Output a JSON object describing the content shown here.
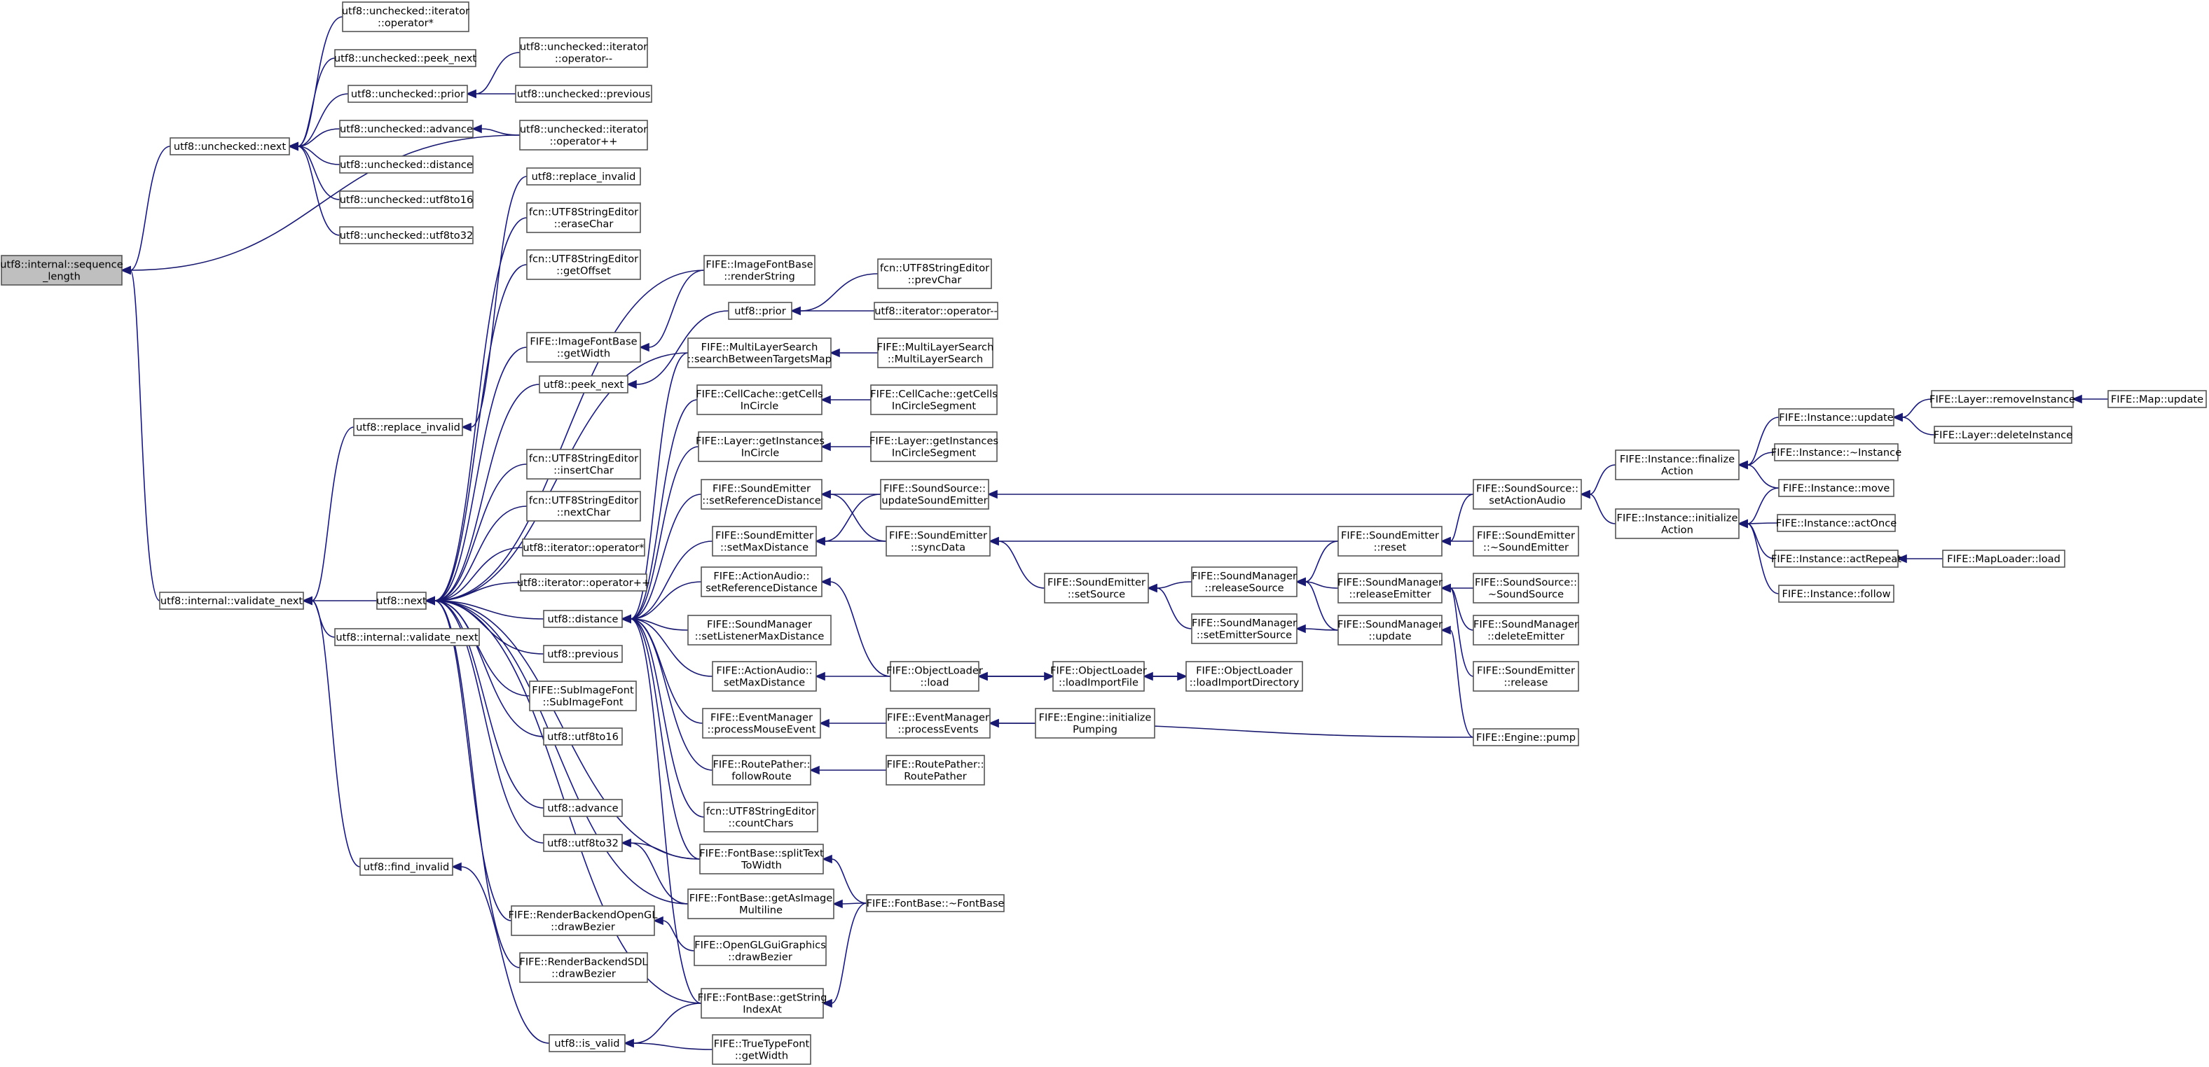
{
  "nodes": [
    {
      "id": "seq_len",
      "lines": [
        "utf8::internal::sequence",
        "_length"
      ],
      "highlight": true
    },
    {
      "id": "unc_next",
      "lines": [
        "utf8::unchecked::next"
      ]
    },
    {
      "id": "validate_next",
      "lines": [
        "utf8::internal::validate_next"
      ]
    },
    {
      "id": "unc_iter_star",
      "lines": [
        "utf8::unchecked::iterator",
        "::operator*"
      ]
    },
    {
      "id": "unc_peek_next",
      "lines": [
        "utf8::unchecked::peek_next"
      ]
    },
    {
      "id": "unc_prior",
      "lines": [
        "utf8::unchecked::prior"
      ]
    },
    {
      "id": "unc_advance",
      "lines": [
        "utf8::unchecked::advance"
      ]
    },
    {
      "id": "unc_distance",
      "lines": [
        "utf8::unchecked::distance"
      ]
    },
    {
      "id": "unc_utf8to16",
      "lines": [
        "utf8::unchecked::utf8to16"
      ]
    },
    {
      "id": "unc_utf8to32",
      "lines": [
        "utf8::unchecked::utf8to32"
      ]
    },
    {
      "id": "unc_iter_mm",
      "lines": [
        "utf8::unchecked::iterator",
        "::operator--"
      ]
    },
    {
      "id": "unc_previous",
      "lines": [
        "utf8::unchecked::previous"
      ]
    },
    {
      "id": "unc_iter_pp",
      "lines": [
        "utf8::unchecked::iterator",
        "::operator++"
      ]
    },
    {
      "id": "replace_invalid_a",
      "lines": [
        "utf8::replace_invalid"
      ]
    },
    {
      "id": "replace_invalid_b",
      "lines": [
        "utf8::replace_invalid"
      ]
    },
    {
      "id": "internal_validate_next2",
      "lines": [
        "utf8::internal::validate_next"
      ]
    },
    {
      "id": "find_invalid",
      "lines": [
        "utf8::find_invalid"
      ]
    },
    {
      "id": "is_valid",
      "lines": [
        "utf8::is_valid"
      ]
    },
    {
      "id": "next",
      "lines": [
        "utf8::next"
      ]
    },
    {
      "id": "fcn_eraseChar",
      "lines": [
        "fcn::UTF8StringEditor",
        "::eraseChar"
      ]
    },
    {
      "id": "fcn_getOffset",
      "lines": [
        "fcn::UTF8StringEditor",
        "::getOffset"
      ]
    },
    {
      "id": "img_getWidth",
      "lines": [
        "FIFE::ImageFontBase",
        "::getWidth"
      ]
    },
    {
      "id": "peek_next",
      "lines": [
        "utf8::peek_next"
      ]
    },
    {
      "id": "fcn_insertChar",
      "lines": [
        "fcn::UTF8StringEditor",
        "::insertChar"
      ]
    },
    {
      "id": "fcn_nextChar",
      "lines": [
        "fcn::UTF8StringEditor",
        "::nextChar"
      ]
    },
    {
      "id": "iter_star",
      "lines": [
        "utf8::iterator::operator*"
      ]
    },
    {
      "id": "iter_pp",
      "lines": [
        "utf8::iterator::operator++"
      ]
    },
    {
      "id": "distance",
      "lines": [
        "utf8::distance"
      ]
    },
    {
      "id": "previous",
      "lines": [
        "utf8::previous"
      ]
    },
    {
      "id": "subimg",
      "lines": [
        "FIFE::SubImageFont",
        "::SubImageFont"
      ]
    },
    {
      "id": "utf8to16",
      "lines": [
        "utf8::utf8to16"
      ]
    },
    {
      "id": "advance",
      "lines": [
        "utf8::advance"
      ]
    },
    {
      "id": "utf8to32",
      "lines": [
        "utf8::utf8to32"
      ]
    },
    {
      "id": "rb_gl_bezier",
      "lines": [
        "FIFE::RenderBackendOpenGL",
        "::drawBezier"
      ]
    },
    {
      "id": "rb_sdl_bezier",
      "lines": [
        "FIFE::RenderBackendSDL",
        "::drawBezier"
      ]
    },
    {
      "id": "img_renderString",
      "lines": [
        "FIFE::ImageFontBase",
        "::renderString"
      ]
    },
    {
      "id": "prior",
      "lines": [
        "utf8::prior"
      ]
    },
    {
      "id": "mls_search",
      "lines": [
        "FIFE::MultiLayerSearch",
        "::searchBetweenTargetsMap"
      ]
    },
    {
      "id": "cc_getCells",
      "lines": [
        "FIFE::CellCache::getCells",
        "InCircle"
      ]
    },
    {
      "id": "layer_getInst",
      "lines": [
        "FIFE::Layer::getInstances",
        "InCircle"
      ]
    },
    {
      "id": "se_setRefDist",
      "lines": [
        "FIFE::SoundEmitter",
        "::setReferenceDistance"
      ]
    },
    {
      "id": "se_setMaxDist",
      "lines": [
        "FIFE::SoundEmitter",
        "::setMaxDistance"
      ]
    },
    {
      "id": "aa_setRefDist",
      "lines": [
        "FIFE::ActionAudio::",
        "setReferenceDistance"
      ]
    },
    {
      "id": "sm_setListener",
      "lines": [
        "FIFE::SoundManager",
        "::setListenerMaxDistance"
      ]
    },
    {
      "id": "aa_setMaxDist",
      "lines": [
        "FIFE::ActionAudio::",
        "setMaxDistance"
      ]
    },
    {
      "id": "em_processMouse",
      "lines": [
        "FIFE::EventManager",
        "::processMouseEvent"
      ]
    },
    {
      "id": "rp_followRoute",
      "lines": [
        "FIFE::RoutePather::",
        "followRoute"
      ]
    },
    {
      "id": "fcn_countChars",
      "lines": [
        "fcn::UTF8StringEditor",
        "::countChars"
      ]
    },
    {
      "id": "fb_splitText",
      "lines": [
        "FIFE::FontBase::splitText",
        "ToWidth"
      ]
    },
    {
      "id": "fb_getAsImage",
      "lines": [
        "FIFE::FontBase::getAsImage",
        "Multiline"
      ]
    },
    {
      "id": "oglgui_bezier",
      "lines": [
        "FIFE::OpenGLGuiGraphics",
        "::drawBezier"
      ]
    },
    {
      "id": "fb_getStringIndex",
      "lines": [
        "FIFE::FontBase::getString",
        "IndexAt"
      ]
    },
    {
      "id": "ttf_getWidth",
      "lines": [
        "FIFE::TrueTypeFont",
        "::getWidth"
      ]
    },
    {
      "id": "fcn_prevChar",
      "lines": [
        "fcn::UTF8StringEditor",
        "::prevChar"
      ]
    },
    {
      "id": "iter_mm",
      "lines": [
        "utf8::iterator::operator--"
      ]
    },
    {
      "id": "mls_ctor",
      "lines": [
        "FIFE::MultiLayerSearch",
        "::MultiLayerSearch"
      ]
    },
    {
      "id": "cc_getCellsSeg",
      "lines": [
        "FIFE::CellCache::getCells",
        "InCircleSegment"
      ]
    },
    {
      "id": "layer_getInstSeg",
      "lines": [
        "FIFE::Layer::getInstances",
        "InCircleSegment"
      ]
    },
    {
      "id": "ss_updateSE",
      "lines": [
        "FIFE::SoundSource::",
        "updateSoundEmitter"
      ]
    },
    {
      "id": "se_syncData",
      "lines": [
        "FIFE::SoundEmitter",
        "::syncData"
      ]
    },
    {
      "id": "ol_load",
      "lines": [
        "FIFE::ObjectLoader",
        "::load"
      ]
    },
    {
      "id": "em_processEvents",
      "lines": [
        "FIFE::EventManager",
        "::processEvents"
      ]
    },
    {
      "id": "rp_ctor",
      "lines": [
        "FIFE::RoutePather::",
        "RoutePather"
      ]
    },
    {
      "id": "fb_dtor",
      "lines": [
        "FIFE::FontBase::~FontBase"
      ]
    },
    {
      "id": "se_setSource",
      "lines": [
        "FIFE::SoundEmitter",
        "::setSource"
      ]
    },
    {
      "id": "ol_loadImportFile",
      "lines": [
        "FIFE::ObjectLoader",
        "::loadImportFile"
      ]
    },
    {
      "id": "eng_initPumping",
      "lines": [
        "FIFE::Engine::initialize",
        "Pumping"
      ]
    },
    {
      "id": "sm_releaseSource",
      "lines": [
        "FIFE::SoundManager",
        "::releaseSource"
      ]
    },
    {
      "id": "sm_setEmitterSource",
      "lines": [
        "FIFE::SoundManager",
        "::setEmitterSource"
      ]
    },
    {
      "id": "ol_loadImportDir",
      "lines": [
        "FIFE::ObjectLoader",
        "::loadImportDirectory"
      ]
    },
    {
      "id": "se_reset",
      "lines": [
        "FIFE::SoundEmitter",
        "::reset"
      ]
    },
    {
      "id": "sm_releaseEmitter",
      "lines": [
        "FIFE::SoundManager",
        "::releaseEmitter"
      ]
    },
    {
      "id": "sm_update",
      "lines": [
        "FIFE::SoundManager",
        "::update"
      ]
    },
    {
      "id": "ss_setActionAudio",
      "lines": [
        "FIFE::SoundSource::",
        "setActionAudio"
      ]
    },
    {
      "id": "se_dtor",
      "lines": [
        "FIFE::SoundEmitter",
        "::~SoundEmitter"
      ]
    },
    {
      "id": "ss_dtor",
      "lines": [
        "FIFE::SoundSource::",
        "~SoundSource"
      ]
    },
    {
      "id": "sm_deleteEmitter",
      "lines": [
        "FIFE::SoundManager",
        "::deleteEmitter"
      ]
    },
    {
      "id": "se_release",
      "lines": [
        "FIFE::SoundEmitter",
        "::release"
      ]
    },
    {
      "id": "eng_pump",
      "lines": [
        "FIFE::Engine::pump"
      ]
    },
    {
      "id": "inst_finalize",
      "lines": [
        "FIFE::Instance::finalize",
        "Action"
      ]
    },
    {
      "id": "inst_initialize",
      "lines": [
        "FIFE::Instance::initialize",
        "Action"
      ]
    },
    {
      "id": "inst_update",
      "lines": [
        "FIFE::Instance::update"
      ]
    },
    {
      "id": "inst_dtor",
      "lines": [
        "FIFE::Instance::~Instance"
      ]
    },
    {
      "id": "inst_move",
      "lines": [
        "FIFE::Instance::move"
      ]
    },
    {
      "id": "inst_actOnce",
      "lines": [
        "FIFE::Instance::actOnce"
      ]
    },
    {
      "id": "inst_actRepeat",
      "lines": [
        "FIFE::Instance::actRepeat"
      ]
    },
    {
      "id": "inst_follow",
      "lines": [
        "FIFE::Instance::follow"
      ]
    },
    {
      "id": "layer_removeInst",
      "lines": [
        "FIFE::Layer::removeInstance"
      ]
    },
    {
      "id": "layer_deleteInst",
      "lines": [
        "FIFE::Layer::deleteInstance"
      ]
    },
    {
      "id": "map_update",
      "lines": [
        "FIFE::Map::update"
      ]
    },
    {
      "id": "maploader_load",
      "lines": [
        "FIFE::MapLoader::load"
      ]
    }
  ],
  "edges": [
    [
      "unc_next",
      "seq_len"
    ],
    [
      "validate_next",
      "seq_len"
    ],
    [
      "unc_iter_pp",
      "seq_len"
    ],
    [
      "unc_iter_star",
      "unc_next"
    ],
    [
      "unc_peek_next",
      "unc_next"
    ],
    [
      "unc_prior",
      "unc_next"
    ],
    [
      "unc_advance",
      "unc_next"
    ],
    [
      "unc_distance",
      "unc_next"
    ],
    [
      "unc_utf8to16",
      "unc_next"
    ],
    [
      "unc_utf8to32",
      "unc_next"
    ],
    [
      "unc_iter_mm",
      "unc_prior"
    ],
    [
      "unc_previous",
      "unc_prior"
    ],
    [
      "unc_iter_pp",
      "unc_advance"
    ],
    [
      "replace_invalid_b",
      "validate_next"
    ],
    [
      "next",
      "validate_next"
    ],
    [
      "internal_validate_next2",
      "validate_next"
    ],
    [
      "find_invalid",
      "validate_next"
    ],
    [
      "is_valid",
      "find_invalid"
    ],
    [
      "replace_invalid_a",
      "replace_invalid_b"
    ],
    [
      "fcn_eraseChar",
      "next"
    ],
    [
      "fcn_getOffset",
      "next"
    ],
    [
      "img_getWidth",
      "next"
    ],
    [
      "peek_next",
      "next"
    ],
    [
      "fcn_insertChar",
      "next"
    ],
    [
      "fcn_nextChar",
      "next"
    ],
    [
      "iter_star",
      "next"
    ],
    [
      "iter_pp",
      "next"
    ],
    [
      "distance",
      "next"
    ],
    [
      "previous",
      "next"
    ],
    [
      "subimg",
      "next"
    ],
    [
      "utf8to16",
      "next"
    ],
    [
      "advance",
      "next"
    ],
    [
      "utf8to32",
      "next"
    ],
    [
      "rb_gl_bezier",
      "next"
    ],
    [
      "rb_sdl_bezier",
      "next"
    ],
    [
      "img_renderString",
      "next"
    ],
    [
      "mls_search",
      "next"
    ],
    [
      "fb_splitText",
      "next"
    ],
    [
      "fb_getAsImage",
      "next"
    ],
    [
      "fb_getStringIndex",
      "next"
    ],
    [
      "prior",
      "peek_next"
    ],
    [
      "img_renderString",
      "img_getWidth"
    ],
    [
      "mls_search",
      "distance"
    ],
    [
      "cc_getCells",
      "distance"
    ],
    [
      "layer_getInst",
      "distance"
    ],
    [
      "se_setRefDist",
      "distance"
    ],
    [
      "se_setMaxDist",
      "distance"
    ],
    [
      "aa_setRefDist",
      "distance"
    ],
    [
      "sm_setListener",
      "distance"
    ],
    [
      "aa_setMaxDist",
      "distance"
    ],
    [
      "em_processMouse",
      "distance"
    ],
    [
      "rp_followRoute",
      "distance"
    ],
    [
      "fcn_countChars",
      "distance"
    ],
    [
      "fb_splitText",
      "distance"
    ],
    [
      "fb_getStringIndex",
      "distance"
    ],
    [
      "fb_splitText",
      "utf8to32"
    ],
    [
      "fb_getAsImage",
      "utf8to32"
    ],
    [
      "oglgui_bezier",
      "rb_gl_bezier"
    ],
    [
      "fb_getStringIndex",
      "is_valid"
    ],
    [
      "ttf_getWidth",
      "is_valid"
    ],
    [
      "fcn_prevChar",
      "prior"
    ],
    [
      "iter_mm",
      "prior"
    ],
    [
      "mls_ctor",
      "mls_search"
    ],
    [
      "cc_getCellsSeg",
      "cc_getCells"
    ],
    [
      "layer_getInstSeg",
      "layer_getInst"
    ],
    [
      "ss_updateSE",
      "se_setRefDist"
    ],
    [
      "se_syncData",
      "se_setRefDist"
    ],
    [
      "ss_updateSE",
      "se_setMaxDist"
    ],
    [
      "se_syncData",
      "se_setMaxDist"
    ],
    [
      "ol_load",
      "aa_setRefDist"
    ],
    [
      "ol_load",
      "aa_setMaxDist"
    ],
    [
      "em_processEvents",
      "em_processMouse"
    ],
    [
      "rp_ctor",
      "rp_followRoute"
    ],
    [
      "fb_dtor",
      "fb_splitText"
    ],
    [
      "fb_dtor",
      "fb_getAsImage"
    ],
    [
      "fb_dtor",
      "fb_getStringIndex"
    ],
    [
      "se_setSource",
      "se_syncData"
    ],
    [
      "se_reset",
      "se_syncData"
    ],
    [
      "ss_setActionAudio",
      "ss_updateSE"
    ],
    [
      "ol_loadImportFile",
      "ol_load"
    ],
    [
      "ol_load",
      "ol_loadImportFile"
    ],
    [
      "ol_loadImportDir",
      "ol_load"
    ],
    [
      "ol_loadImportDir",
      "ol_loadImportFile"
    ],
    [
      "ol_loadImportFile",
      "ol_loadImportDir"
    ],
    [
      "eng_initPumping",
      "em_processEvents"
    ],
    [
      "eng_pump",
      "em_processEvents"
    ],
    [
      "sm_releaseSource",
      "se_setSource"
    ],
    [
      "sm_setEmitterSource",
      "se_setSource"
    ],
    [
      "sm_releaseEmitter",
      "sm_releaseSource"
    ],
    [
      "sm_update",
      "sm_releaseSource"
    ],
    [
      "se_reset",
      "sm_releaseSource"
    ],
    [
      "sm_update",
      "sm_setEmitterSource"
    ],
    [
      "ss_setActionAudio",
      "se_reset"
    ],
    [
      "se_dtor",
      "se_reset"
    ],
    [
      "ss_dtor",
      "sm_releaseEmitter"
    ],
    [
      "sm_deleteEmitter",
      "sm_releaseEmitter"
    ],
    [
      "se_release",
      "sm_releaseEmitter"
    ],
    [
      "eng_pump",
      "sm_update"
    ],
    [
      "inst_finalize",
      "ss_setActionAudio"
    ],
    [
      "inst_initialize",
      "ss_setActionAudio"
    ],
    [
      "inst_update",
      "inst_finalize"
    ],
    [
      "inst_dtor",
      "inst_finalize"
    ],
    [
      "inst_move",
      "inst_finalize"
    ],
    [
      "inst_move",
      "inst_initialize"
    ],
    [
      "inst_actOnce",
      "inst_initialize"
    ],
    [
      "inst_actRepeat",
      "inst_initialize"
    ],
    [
      "inst_follow",
      "inst_initialize"
    ],
    [
      "layer_removeInst",
      "inst_update"
    ],
    [
      "layer_deleteInst",
      "inst_update"
    ],
    [
      "map_update",
      "layer_removeInst"
    ],
    [
      "maploader_load",
      "inst_actRepeat"
    ]
  ],
  "colors": {
    "node_fill": "#ffffff",
    "highlight_fill": "#bfbfbf",
    "node_border": "#555555",
    "edge": "#191970",
    "background": "#ffffff"
  }
}
